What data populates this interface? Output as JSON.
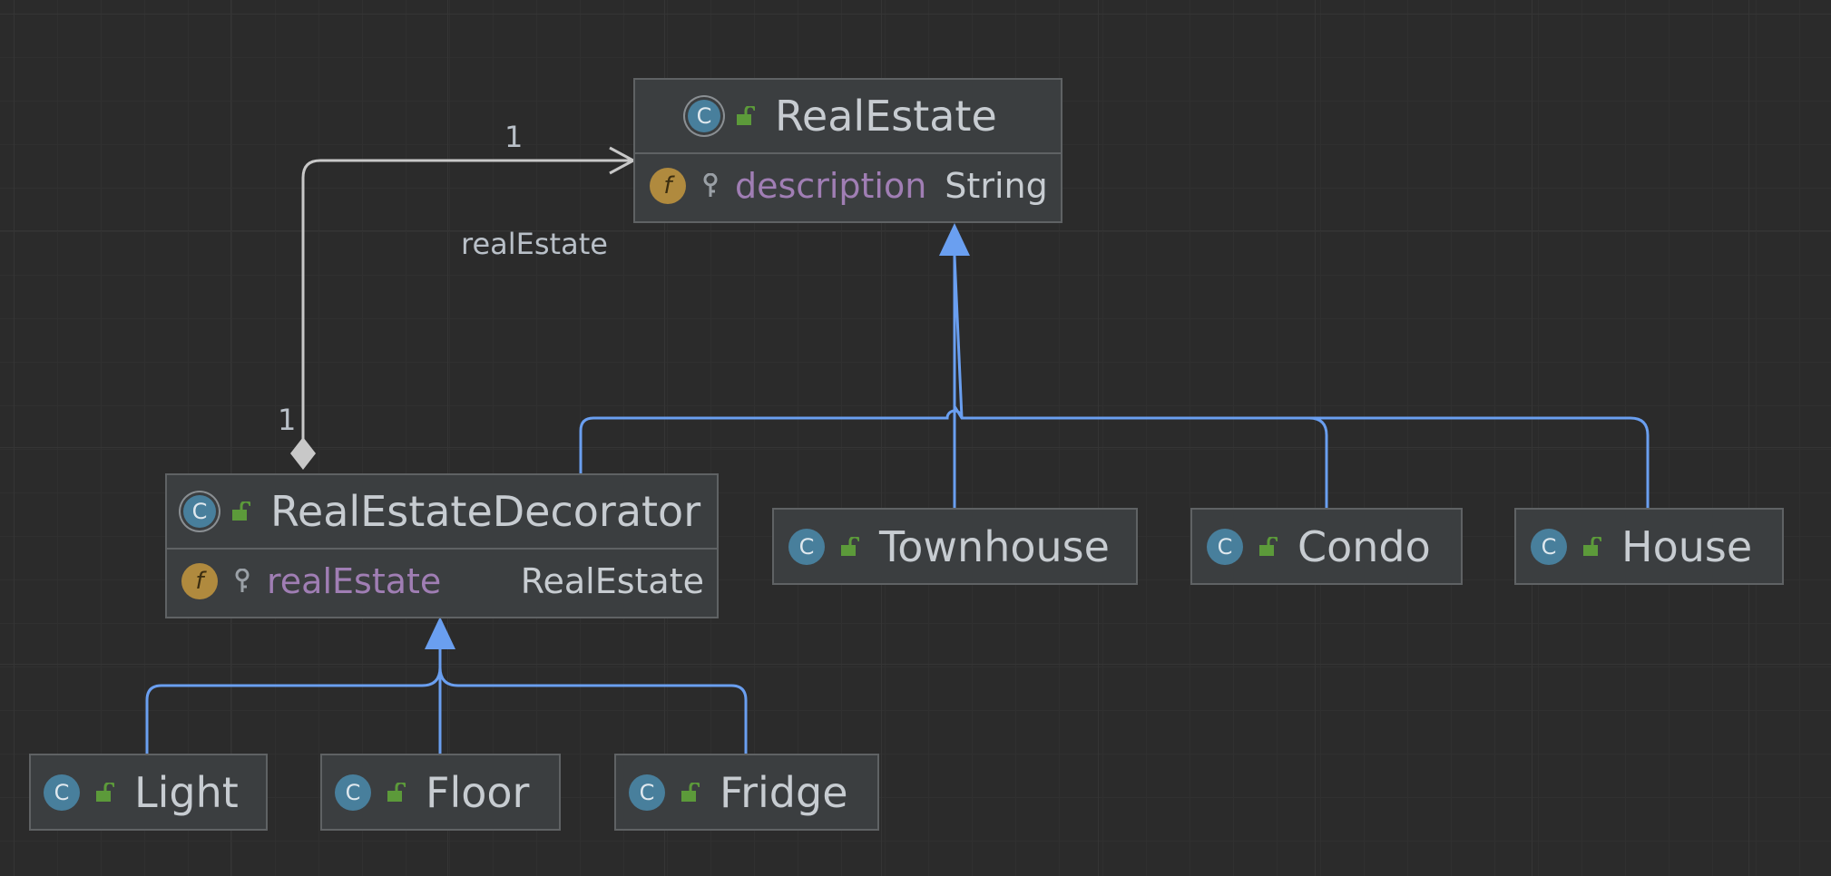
{
  "nodes": {
    "real_estate": {
      "name": "RealEstate",
      "field_name": "description",
      "field_type": "String"
    },
    "decorator": {
      "name": "RealEstateDecorator",
      "field_name": "realEstate",
      "field_type": "RealEstate"
    },
    "townhouse": {
      "name": "Townhouse"
    },
    "condo": {
      "name": "Condo"
    },
    "house": {
      "name": "House"
    },
    "light": {
      "name": "Light"
    },
    "floor": {
      "name": "Floor"
    },
    "fridge": {
      "name": "Fridge"
    }
  },
  "association": {
    "role": "realEstate",
    "source_multiplicity": "1",
    "target_multiplicity": "1"
  },
  "icons": {
    "class": "C",
    "field": "f"
  },
  "colors": {
    "background": "#2b2b2b",
    "inheritance_edge": "#6a9ff0",
    "association_edge": "#c8c8c8",
    "class_icon": "#487f9c",
    "field_icon": "#b08a3e",
    "field_name": "#a07eb4",
    "lock": "#5c9a3a"
  }
}
